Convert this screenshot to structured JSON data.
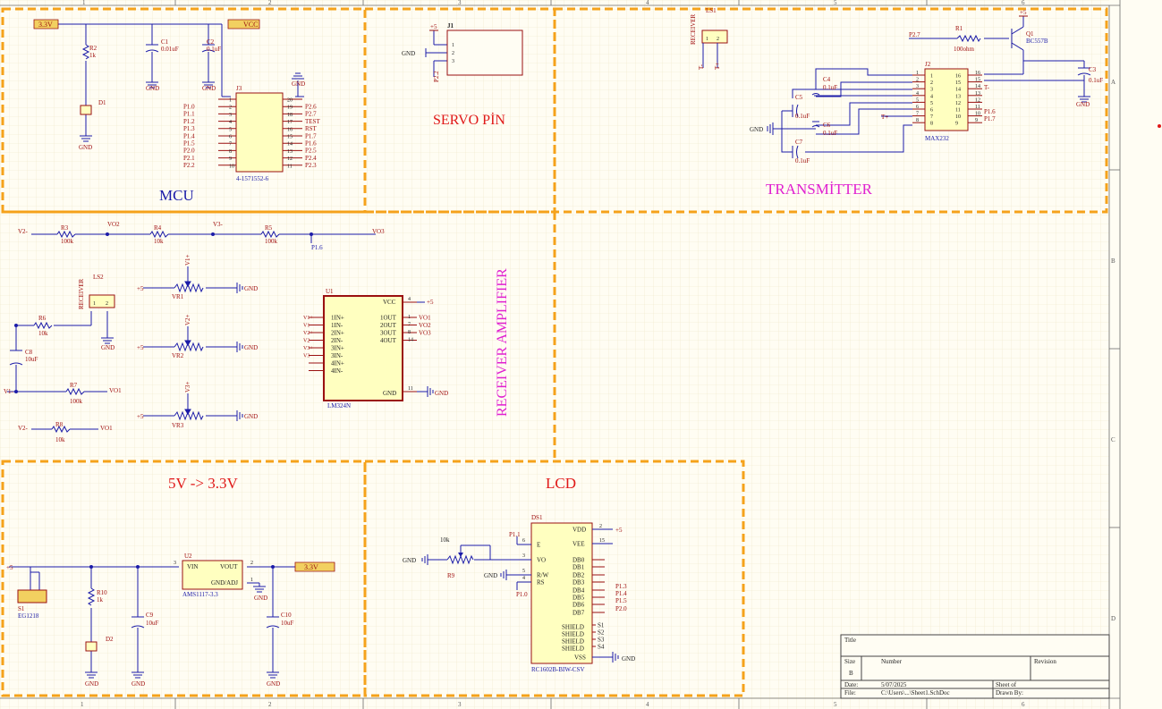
{
  "colors": {
    "background": "#fffdf3",
    "grid": "#efe7c8",
    "border_dash": "#f5a21b",
    "wire": "#1b1ba8",
    "part_fill": "#ffffc0",
    "part_stroke": "#9a1010",
    "label_red": "#a01010",
    "title_red": "#e01818",
    "title_blue": "#1b1ba8",
    "title_magenta": "#e020d0",
    "power_port_fill": "#f2d060"
  },
  "zones": {
    "top": [
      "1",
      "2",
      "3",
      "4",
      "5",
      "6"
    ],
    "bottom": [
      "1",
      "2",
      "3",
      "4",
      "5",
      "6"
    ],
    "right": [
      "A",
      "B",
      "C",
      "D"
    ]
  },
  "sections": {
    "mcu": "MCU",
    "servo": "SERVO PİN",
    "transmitter": "TRANSMİTTER",
    "receiver_amp": "RECEIVER AMPLIFIER",
    "regulator": "5V -> 3.3V",
    "lcd": "LCD"
  },
  "mcu": {
    "power_33": "3.3V",
    "power_vcc": "VCC",
    "r2": "R2",
    "r2_val": "1k",
    "d1": "D1",
    "c1": "C1",
    "c1_val": "0.01uF",
    "c2": "C2",
    "c2_val": "0.1uF",
    "gnd": "GND",
    "j3": "J3",
    "j3_part": "4-1571552-6",
    "left_nets": [
      "P1.0",
      "P1.1",
      "P1.2",
      "P1.3",
      "P1.4",
      "P1.5",
      "P2.0",
      "P2.1",
      "P2.2"
    ],
    "left_pins": [
      "1",
      "2",
      "3",
      "4",
      "5",
      "6",
      "7",
      "8",
      "9",
      "10"
    ],
    "right_pins": [
      "20",
      "19",
      "18",
      "17",
      "16",
      "15",
      "14",
      "13",
      "12",
      "11"
    ],
    "right_nets": [
      "P2.6",
      "P2.7",
      "TEST",
      "RST",
      "P1.7",
      "P1.6",
      "P2.5",
      "P2.4",
      "P2.3"
    ]
  },
  "servo": {
    "j1": "J1",
    "plus5": "+5",
    "gnd": "GND",
    "p22": "P2.2",
    "pins": [
      "1",
      "2",
      "3"
    ]
  },
  "transmitter": {
    "ls1": "LS1",
    "receiver": "RECEIVER",
    "ls1_pins": [
      "1",
      "2"
    ],
    "t_minus": "T-",
    "t_plus": "T+",
    "p27": "P2.7",
    "r1": "R1",
    "r1_val": "100ohm",
    "q1": "Q1",
    "q1_part": "BC557B",
    "plus5": "+5",
    "j2": "J2",
    "j2_part": "MAX232",
    "left_pins": [
      "1",
      "2",
      "3",
      "4",
      "5",
      "6",
      "7",
      "8"
    ],
    "right_pins": [
      "16",
      "15",
      "14",
      "13",
      "12",
      "11",
      "10",
      "9"
    ],
    "caps": [
      {
        "ref": "C3",
        "val": "0.1uF"
      },
      {
        "ref": "C4",
        "val": "0.1uF"
      },
      {
        "ref": "C5",
        "val": "0.1uF"
      },
      {
        "ref": "C6",
        "val": "0.1uF"
      },
      {
        "ref": "C7",
        "val": "0.1uF"
      }
    ],
    "gnd": "GND",
    "p16": "P1.6",
    "p17": "P1.7"
  },
  "receiver": {
    "v2m": "V2-",
    "r3": "R3",
    "r3_val": "100k",
    "vo2": "VO2",
    "r4": "R4",
    "r4_val": "10k",
    "v3m": "V3-",
    "r5": "R5",
    "r5_val": "100k",
    "p16": "P1.6",
    "vo3": "VO3",
    "ls2": "LS2",
    "receiver": "RECEIVER",
    "ls2_pins": [
      "1",
      "2"
    ],
    "r6": "R6",
    "r6_val": "10k",
    "c8": "C8",
    "c8_val": "10uF",
    "v1m": "V1-",
    "r7": "R7",
    "r7_val": "100k",
    "vo1": "VO1",
    "r8": "R8",
    "r8_val": "10k",
    "vr": [
      {
        "ref": "VR1",
        "net": "V1+"
      },
      {
        "ref": "VR2",
        "net": "V2+"
      },
      {
        "ref": "VR3",
        "net": "V3+"
      }
    ],
    "plus5": "+5",
    "gnd": "GND",
    "u1": "U1",
    "u1_part": "LM324N",
    "u1_vcc": "VCC",
    "u1_gnd": "GND",
    "u1_left": [
      "1IN+",
      "1IN-",
      "2IN+",
      "2IN-",
      "3IN+",
      "3IN-",
      "4IN+",
      "4IN-"
    ],
    "u1_left_nets": [
      "V1+",
      "V1-",
      "V2+",
      "V2-",
      "V3+",
      "V3-"
    ],
    "u1_right": [
      "1OUT",
      "2OUT",
      "3OUT",
      "4OUT"
    ],
    "u1_right_pins": [
      "1",
      "7",
      "8",
      "14"
    ],
    "u1_right_nets": [
      "VO1",
      "VO2",
      "VO3"
    ],
    "u1_vcc_pin": "4",
    "u1_gnd_pin": "11"
  },
  "regulator": {
    "plus5": "+5",
    "s1": "S1",
    "s1_part": "EG1218",
    "r10": "R10",
    "r10_val": "1k",
    "d2": "D2",
    "c9": "C9",
    "c9_val": "10uF",
    "u2": "U2",
    "u2_part": "AMS1117-3.3",
    "u2_vin": "VIN",
    "u2_vout": "VOUT",
    "u2_gnd": "GND/ADJ",
    "pin3": "3",
    "pin2": "2",
    "pin1": "1",
    "c10": "C10",
    "c10_val": "10uF",
    "out": "3.3V",
    "gnd": "GND"
  },
  "lcd": {
    "ds1": "DS1",
    "part": "RC1602B-BIW-CSV",
    "pins_left": [
      "E",
      "VO",
      "R/W",
      "RS"
    ],
    "pins_right": [
      "VDD",
      "VEE",
      "DB0",
      "DB1",
      "DB2",
      "DB3",
      "DB4",
      "DB5",
      "DB6",
      "DB7",
      "S1",
      "S2",
      "S3",
      "S4",
      "SHIELD",
      "SHIELD",
      "SHIELD",
      "SHIELD",
      "VSS"
    ],
    "p11": "P1.1",
    "p10": "P1.0",
    "r9": "R9",
    "r9_val": "10k",
    "gnd": "GND",
    "plus5": "+5",
    "db_nets": [
      "P1.3",
      "P1.4",
      "P1.5",
      "P2.0"
    ],
    "vdd_pin": "2",
    "vee_pin": "15",
    "e_pin": "6",
    "vo_pin": "3",
    "rw_pin": "5",
    "rs_pin": "4"
  },
  "titleblock": {
    "title_label": "Title",
    "size_label": "Size",
    "size_value": "B",
    "number_label": "Number",
    "revision_label": "Revision",
    "date_label": "Date:",
    "date_value": "5/07/2025",
    "sheet_label": "Sheet   of",
    "file_label": "File:",
    "file_value": "C:\\Users\\...\\Sheet1.SchDoc",
    "drawn_label": "Drawn By:"
  }
}
